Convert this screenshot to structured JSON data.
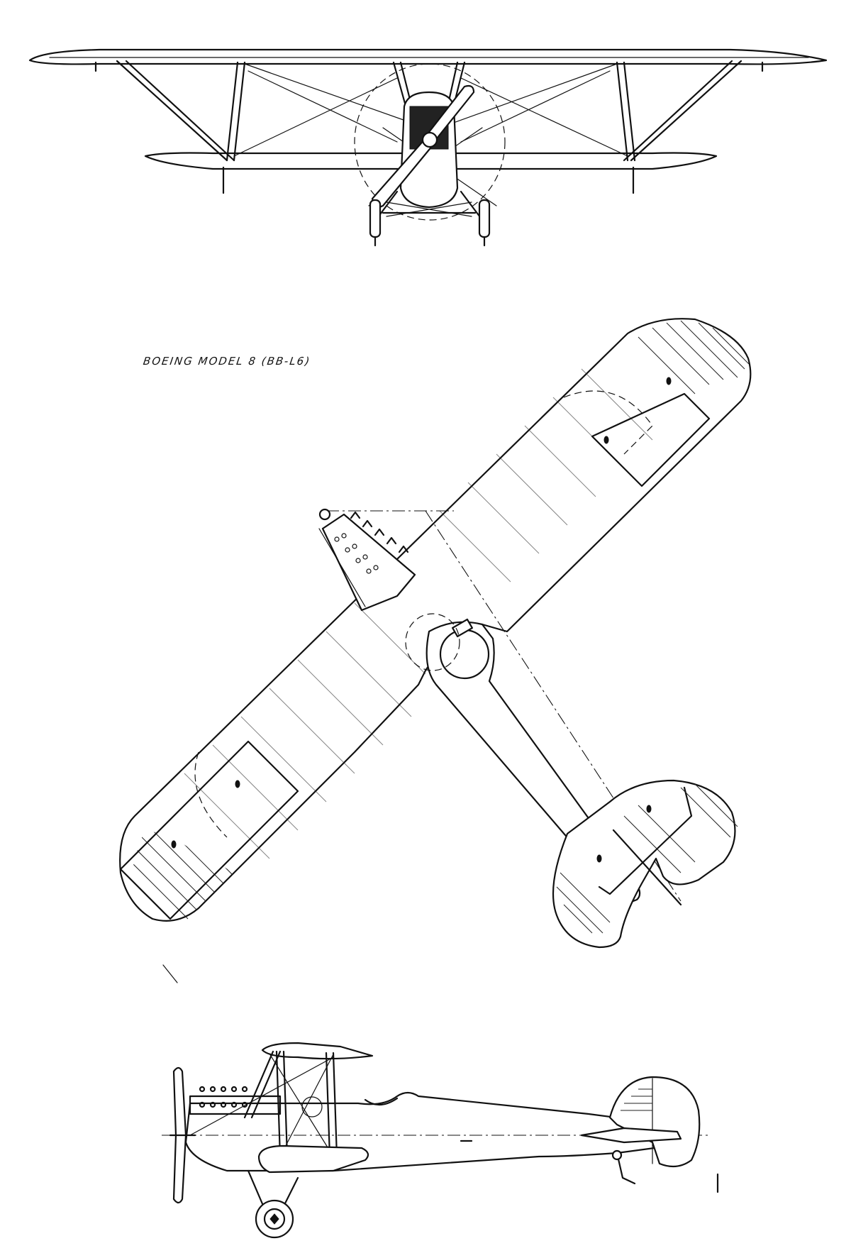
{
  "drawing": {
    "title": "BOEING MODEL 8 (BB-L6)"
  },
  "views": [
    "front-view",
    "top-view",
    "side-view"
  ]
}
